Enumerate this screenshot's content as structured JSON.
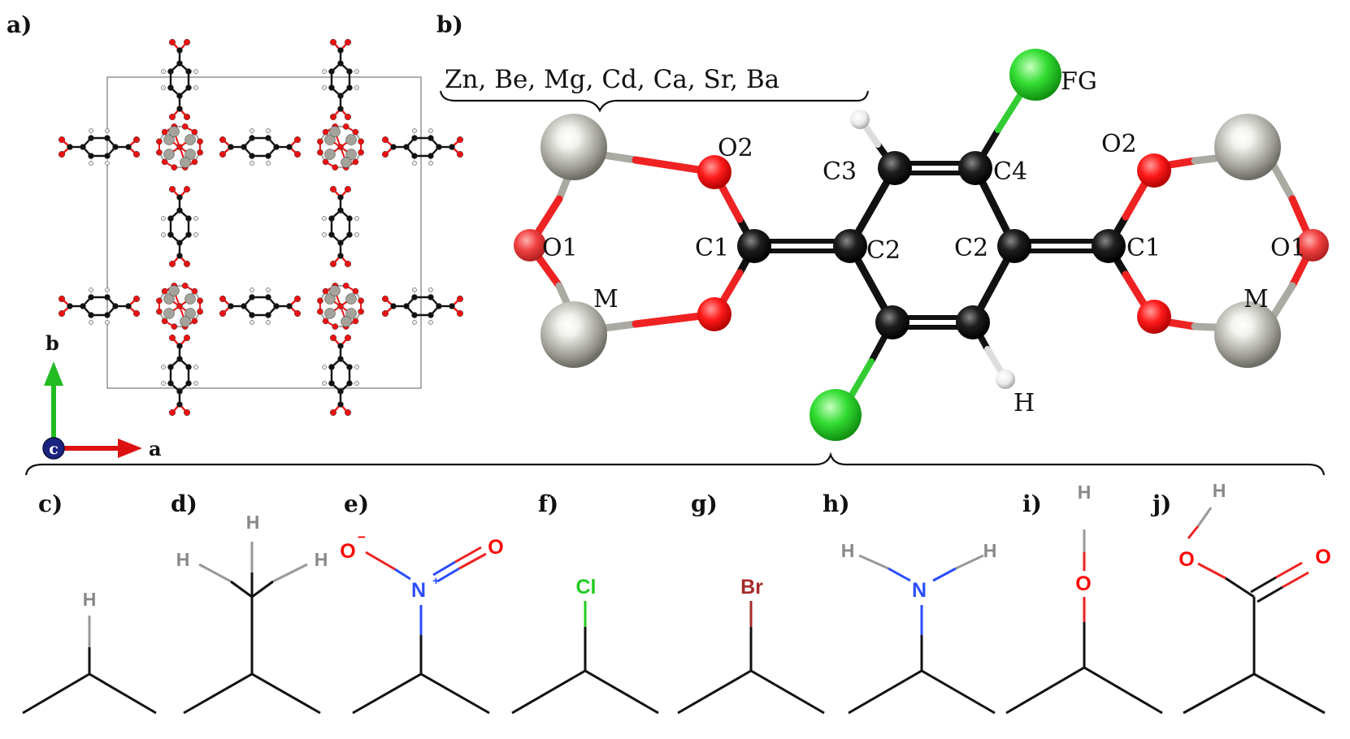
{
  "panel_labels": [
    "a)",
    "b)",
    "c)",
    "d)",
    "e)",
    "f)",
    "g)",
    "h)",
    "i)",
    "j)"
  ],
  "panel_a": {
    "axes": {
      "b": "b",
      "a": "a",
      "c": "c"
    }
  },
  "panel_b": {
    "metals": "Zn, Be, Mg, Cd, Ca, Sr, Ba",
    "atom_labels": {
      "O1": "O1",
      "O2": "O2",
      "C1": "C1",
      "C2": "C2",
      "C3": "C3",
      "C4": "C4",
      "M": "M",
      "FG": "FG",
      "H": "H"
    }
  },
  "functional_groups": {
    "c": {
      "H": "H"
    },
    "d": {
      "H": "H"
    },
    "e": {
      "O": "O",
      "N": "N",
      "minus": "−",
      "plus": "+"
    },
    "f": {
      "Cl": "Cl"
    },
    "g": {
      "Br": "Br"
    },
    "h": {
      "H": "H",
      "N": "N"
    },
    "i": {
      "O": "O",
      "H": "H"
    },
    "j": {
      "O": "O",
      "H": "H"
    }
  },
  "colors": {
    "carbon": "#111111",
    "oxygen": "#ff0000",
    "metal": "#9e9e96",
    "hydrogen": "#f2f2f2",
    "chlorine": "#22cc22",
    "nitrogen": "#2a4cff",
    "bromine": "#a52a2a",
    "axis_a": "#dd1111",
    "axis_b": "#22bb22",
    "axis_c": "#1a237e"
  }
}
